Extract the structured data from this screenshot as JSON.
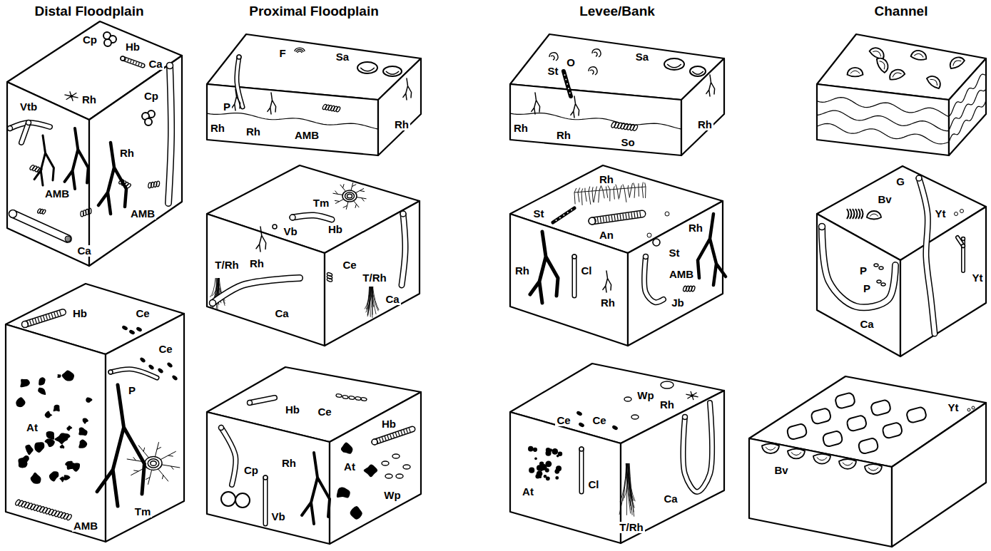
{
  "diagram": {
    "labels": [
      "Distal Floodplain",
      "Proximal Floodplain",
      "Levee/Bank",
      "Channel",
      "Cp",
      "Hb",
      "Ca",
      "Vtb",
      "Rh",
      "Cp",
      "Rh",
      "AMB",
      "AMB",
      "Ca",
      "Hb",
      "Ce",
      "Ce",
      "P",
      "At",
      "AMB",
      "Tm",
      "F",
      "Sa",
      "P",
      "Rh",
      "Rh",
      "AMB",
      "Rh",
      "Tm",
      "T/Rh",
      "Rh",
      "Vb",
      "Hb",
      "Ce",
      "Ca",
      "T/Rh",
      "Ca",
      "Hb",
      "Ce",
      "Hb",
      "At",
      "Cp",
      "Rh",
      "Wp",
      "Vb",
      "O",
      "Sa",
      "St",
      "Rh",
      "Rh",
      "Rh",
      "So",
      "Rh",
      "St",
      "An",
      "Rh",
      "St",
      "AMB",
      "Rh",
      "Cl",
      "Rh",
      "Jb",
      "Wp",
      "Rh",
      "Ce",
      "Ce",
      "At",
      "Cl",
      "T/Rh",
      "Ca",
      "Bv",
      "G",
      "Yt",
      "Yt",
      "P",
      "P",
      "Ca",
      "Yt",
      "Bv"
    ]
  }
}
